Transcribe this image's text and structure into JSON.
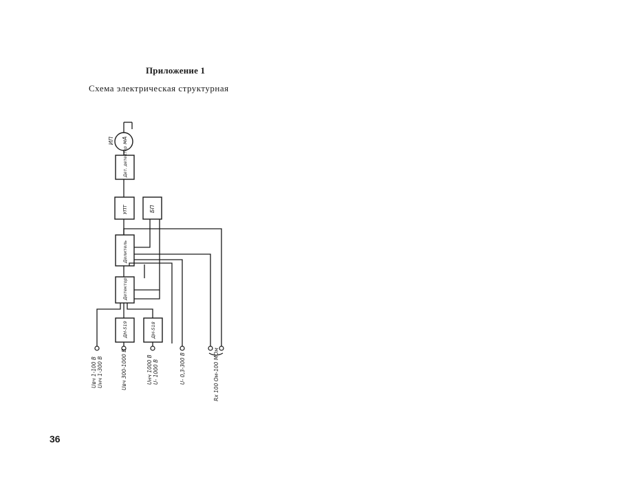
{
  "document": {
    "title": "Приложение 1",
    "subtitle": "Схема электрическая структурная",
    "page_number": "36"
  },
  "diagram": {
    "meter": {
      "symbol": "мА",
      "label": "ИП"
    },
    "blocks": {
      "detector2": "Дет. детектор",
      "amplifier": "УПТ",
      "power_supply": "БП",
      "divider": "Делитель",
      "detector": "Детектор",
      "probe1": "ДН-519",
      "probe2": "ДН-518"
    },
    "inputs": {
      "in1_line1": "Uвч 1-100 В",
      "in1_line2": "Uнч 1-300 В",
      "in2": "Uвч 300-1000 В",
      "in3_line1": "Uнч 1000 В",
      "in3_line2": "U- 1000 В",
      "in4": "U- 0,3-300 В",
      "in5": "Rх 100 Ом-100 МОм"
    }
  }
}
